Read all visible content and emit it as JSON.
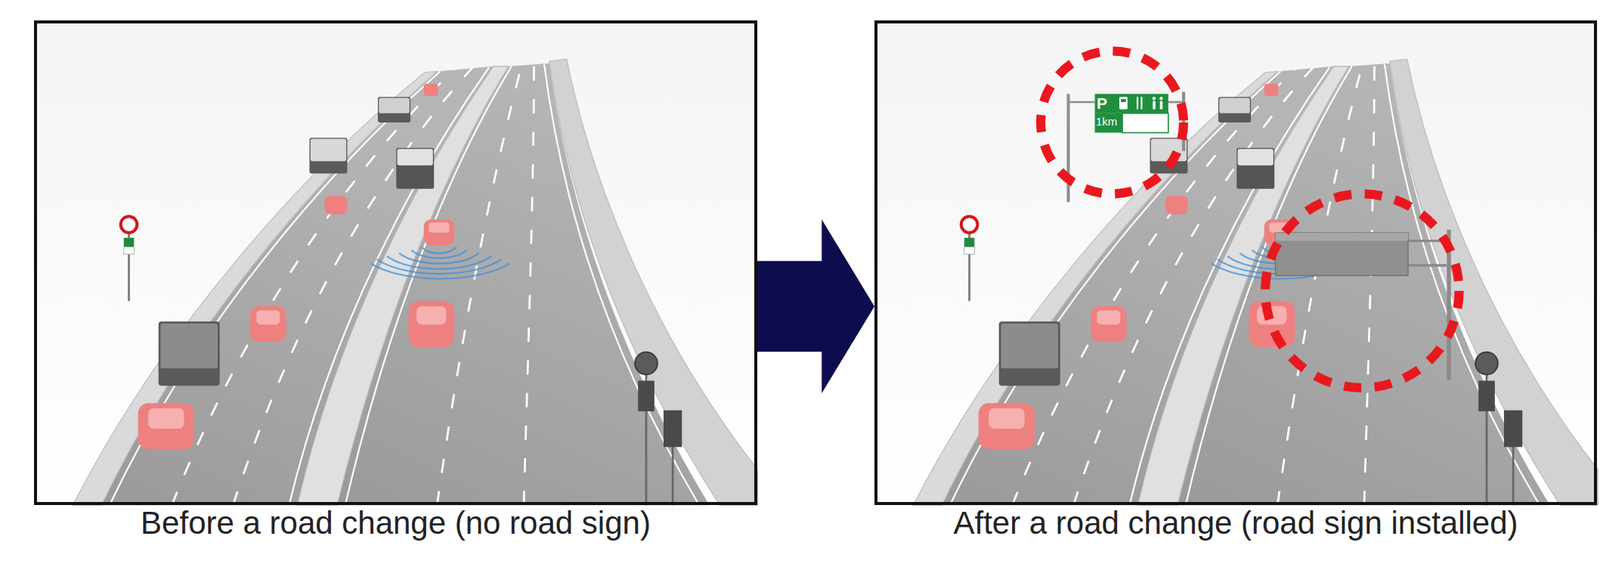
{
  "diagram": {
    "nodes": [
      {
        "text": [
          "Before a road change (no road sign)"
        ]
      },
      {
        "text": [
          "After a road change (road sign installed)"
        ]
      }
    ],
    "edges": [
      {
        "from": 0,
        "to": 1,
        "arrow": "to"
      }
    ],
    "labels": [
      "P",
      "1km"
    ]
  }
}
